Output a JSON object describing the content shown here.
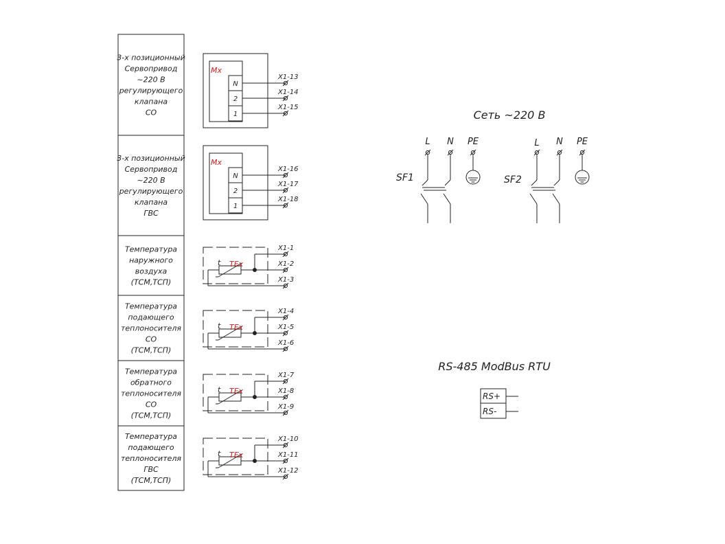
{
  "legend_rows": [
    {
      "lines": [
        "3-х позиционный",
        "Сервопривод",
        "~220 В",
        "регулирующего",
        "клапана",
        "СО"
      ]
    },
    {
      "lines": [
        "3-х позиционный",
        "Сервопривод",
        "~220 В",
        "регулирующего",
        "клапана",
        "ГВС"
      ]
    },
    {
      "lines": [
        "Температура",
        "наружного",
        "воздуха",
        "(ТСМ,ТСП)"
      ]
    },
    {
      "lines": [
        "Температура",
        "подающего",
        "теплоносителя",
        "СО",
        "(ТСМ,ТСП)"
      ]
    },
    {
      "lines": [
        "Температура",
        "обратного",
        "теплоносителя",
        "СО",
        "(ТСМ,ТСП)"
      ]
    },
    {
      "lines": [
        "Температура",
        "подающего",
        "теплоносителя",
        "ГВС",
        "(ТСМ,ТСП)"
      ]
    }
  ],
  "actuators": [
    {
      "tag": "Mx",
      "pins": [
        "N",
        "2",
        "1"
      ],
      "terminals": [
        "X1-13",
        "X1-14",
        "X1-15"
      ]
    },
    {
      "tag": "Mx",
      "pins": [
        "N",
        "2",
        "1"
      ],
      "terminals": [
        "X1-16",
        "X1-17",
        "X1-18"
      ]
    }
  ],
  "sensors": [
    {
      "tag": "TEx",
      "symbol": "t",
      "terminals": [
        "X1-1",
        "X1-2",
        "X1-3"
      ]
    },
    {
      "tag": "TEx",
      "symbol": "t",
      "terminals": [
        "X1-4",
        "X1-5",
        "X1-6"
      ]
    },
    {
      "tag": "TEx",
      "symbol": "t",
      "terminals": [
        "X1-7",
        "X1-8",
        "X1-9"
      ]
    },
    {
      "tag": "TEx",
      "symbol": "t",
      "terminals": [
        "X1-10",
        "X1-11",
        "X1-12"
      ]
    }
  ],
  "power": {
    "title": "Сеть ~220 В",
    "breakers": [
      {
        "name": "SF1",
        "phases": [
          "L",
          "N",
          "PE"
        ]
      },
      {
        "name": "SF2",
        "phases": [
          "L",
          "N",
          "PE"
        ]
      }
    ]
  },
  "rs485": {
    "title": "RS-485 ModBus RTU",
    "pins": [
      "RS+",
      "RS-"
    ]
  },
  "colors": {
    "line": "#222222",
    "accent": "#c81e1e"
  }
}
